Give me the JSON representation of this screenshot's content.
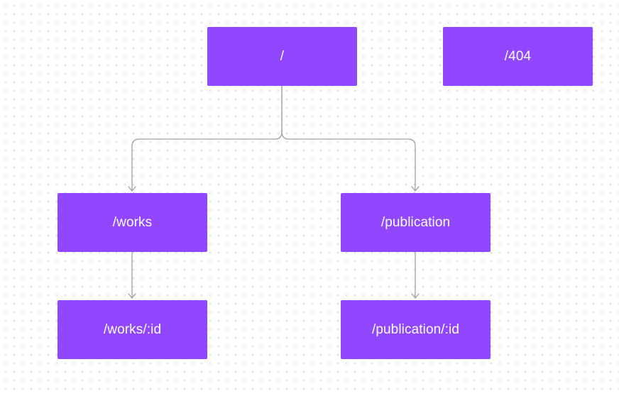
{
  "diagram": {
    "colors": {
      "node_fill": "#9147FF",
      "node_text": "#FFFFFF",
      "connector": "#A0A0A0"
    },
    "nodes": [
      {
        "id": "root",
        "label": "/"
      },
      {
        "id": "not-found",
        "label": "/404"
      },
      {
        "id": "works",
        "label": "/works"
      },
      {
        "id": "publication",
        "label": "/publication"
      },
      {
        "id": "works-id",
        "label": "/works/:id"
      },
      {
        "id": "publication-id",
        "label": "/publication/:id"
      }
    ],
    "edges": [
      {
        "from": "root",
        "to": "works"
      },
      {
        "from": "root",
        "to": "publication"
      },
      {
        "from": "works",
        "to": "works-id"
      },
      {
        "from": "publication",
        "to": "publication-id"
      }
    ]
  }
}
